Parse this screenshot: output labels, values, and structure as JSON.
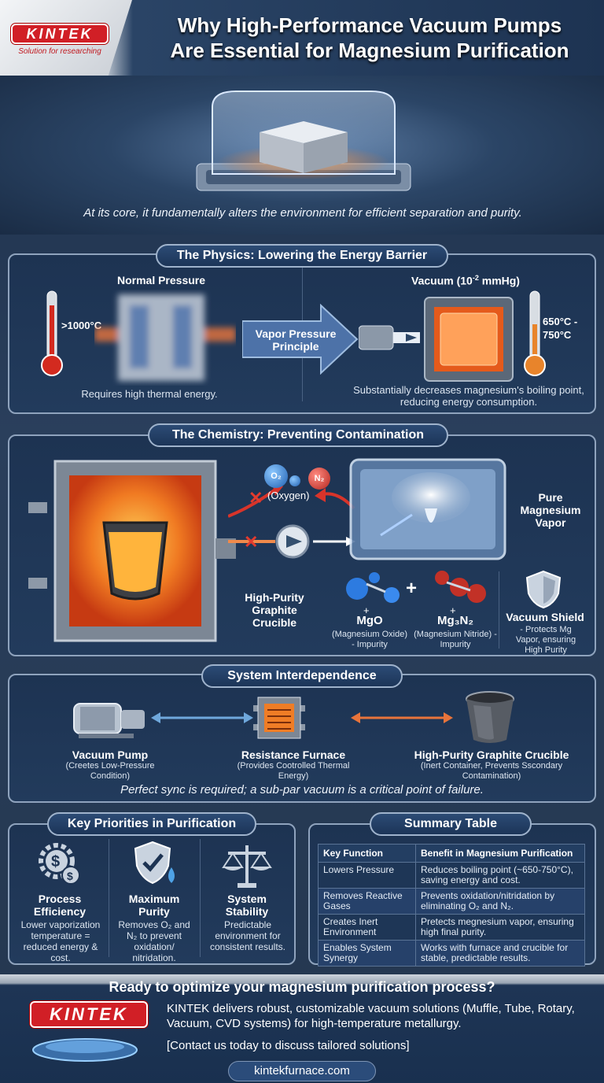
{
  "brand": {
    "logo_text": "KINTEK",
    "logo_subtitle": "Solution for researching"
  },
  "header": {
    "title_line1": "Why High-Performance Vacuum Pumps",
    "title_line2": "Are Essential for Magnesium Purification"
  },
  "hero": {
    "tagline": "At its core, it fundamentally alters the environment for efficient separation and purity."
  },
  "physics": {
    "title": "The Physics: Lowering the Energy Barrier",
    "normal_label": "Normal Pressure",
    "normal_temp": ">1000°C",
    "normal_caption": "Requires high thermal energy.",
    "arrow_label": "Vapor Pressure Principle",
    "vacuum_label": "Vacuum (10",
    "vacuum_exp": "-2",
    "vacuum_unit": " mmHg)",
    "vacuum_temp": "650°C - 750°C",
    "vacuum_caption": "Substantially decreases magnesium's boiling point, reducing energy consumption."
  },
  "chemistry": {
    "title": "The Chemistry: Preventing Contamination",
    "o2": "O₂",
    "n2": "N₂",
    "oxygen_label": "(Oxygen)",
    "vapor_label": "Pure Magnesium Vapor",
    "crucible_label": "High-Purity Graphite Crucible",
    "plus": "+",
    "mgo_formula": "MgO",
    "mgo_desc": "(Magnesium Oxide) - Impurity",
    "mg3n2_formula": "Mg₃N₂",
    "mg3n2_desc": "(Magnesium Nitride) - Impurity",
    "shield_title": "Vacuum Shield",
    "shield_desc": "- Protects Mg Vapor, ensuring High Purity"
  },
  "system": {
    "title": "System Interdependence",
    "pump_title": "Vacuum Pump",
    "pump_desc": "(Creetes Low-Pressure Condition)",
    "furnace_title": "Resistance Furnace",
    "furnace_desc": "(Provides Cootrolled Thermal Energy)",
    "crucible_title": "High-Purity Graphite Crucible",
    "crucible_desc": "(Inert Container, Prevents Sscondary Contamination)",
    "note": "Perfect sync is required; a sub-par vacuum is a critical point of failure."
  },
  "priorities": {
    "title": "Key Priorities in Purification",
    "items": [
      {
        "title": "Process Efficiency",
        "desc": "Lower vaporization temperature = reduced energy & cost.",
        "icon": "gear-dollar-icon"
      },
      {
        "title": "Maximum Purity",
        "desc": "Removes O₂ and N₂ to prevent oxidation/ nitridation.",
        "icon": "shield-drop-icon"
      },
      {
        "title": "System Stability",
        "desc": "Predictable environment for consistent results.",
        "icon": "scale-icon"
      }
    ]
  },
  "summary": {
    "title": "Summary Table",
    "headers": [
      "Key Function",
      "Benefit in Magnesium Purification"
    ],
    "rows": [
      [
        "Lowers Pressure",
        "Reduces boiling point (~650-750°C), saving energy and cost."
      ],
      [
        "Removes Reactive Gases",
        "Prevents oxidation/nitridation by eliminating O₂ and N₂."
      ],
      [
        "Creates Inert Environment",
        "Pretects megnesium vapor, ensuring high final purity."
      ],
      [
        "Enables System Synergy",
        "Works with furnace and crucible for stable, predictable results."
      ]
    ]
  },
  "cta": {
    "heading": "Ready to optimize your magnesium purification process?",
    "body": "KINTEK delivers robust, customizable vacuum solutions (Muffle, Tube, Rotary, Vacuum, CVD systems) for high-temperature metallurgy.",
    "contact": "Contact us today to discuss tailored solutions",
    "url": "kintekfurnace.com"
  },
  "colors": {
    "brand_red": "#d11f26",
    "navy": "#1d3352",
    "accent_blue": "#6fa8dc",
    "accent_orange": "#e8743b"
  }
}
